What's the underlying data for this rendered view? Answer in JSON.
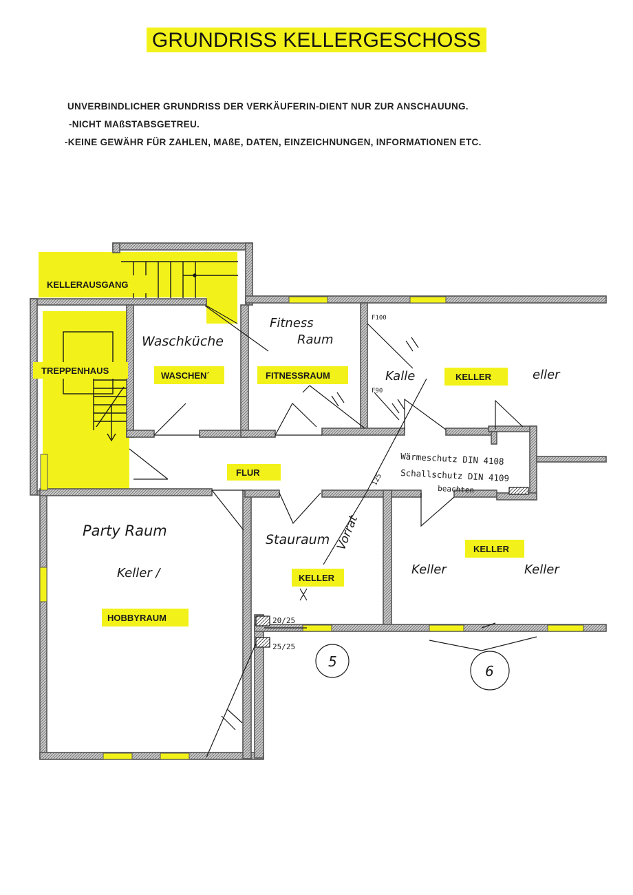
{
  "header": {
    "title": "GRUNDRISS KELLERGESCHOSS",
    "disclaimer": [
      "UNVERBINDLICHER GRUNDRISS DER VERKÄUFERIN-DIENT NUR ZUR ANSCHAUUNG.",
      "-NICHT MAßSTABSGETREU.",
      "-KEINE GEWÄHR FÜR ZAHLEN, MAßE, DATEN, EINZEICHNUNGEN, INFORMATIONEN ETC."
    ]
  },
  "room_labels": {
    "kellerausgang": "KELLERAUSGANG",
    "treppenhaus": "TREPPENHAUS",
    "waschen": "WASCHEN´",
    "fitnessraum": "FITNESSRAUM",
    "keller_top": "KELLER",
    "flur": "FLUR",
    "keller_right": "KELLER",
    "keller_mid": "KELLER",
    "hobbyraum": "HOBBYRAUM"
  },
  "handwritten": {
    "waschkueche": "Waschküche",
    "fitness": "Fitness",
    "raum": "Raum",
    "kalle": "Kalle",
    "eller": "eller",
    "party_raum": "Party Raum",
    "keller_slash": "Keller /",
    "stauraum": "Stauraum",
    "vorrat": "Vorrat",
    "keller_r1": "Keller",
    "keller_r2": "Keller",
    "circle_5": "5",
    "circle_6": "6"
  },
  "annotations": {
    "waermeschutz": "Wärmeschutz DIN 4108",
    "schallschutz": "Schallschutz DIN 4109",
    "beachten": "beachten",
    "f100": "F100",
    "f90": "F90",
    "dim_20_25": "20/25",
    "dim_25_25": "25/25",
    "dim_125": "125"
  },
  "colors": {
    "highlight": "#f2f21a",
    "wall": "#555555",
    "ink": "#1a1a1a"
  }
}
